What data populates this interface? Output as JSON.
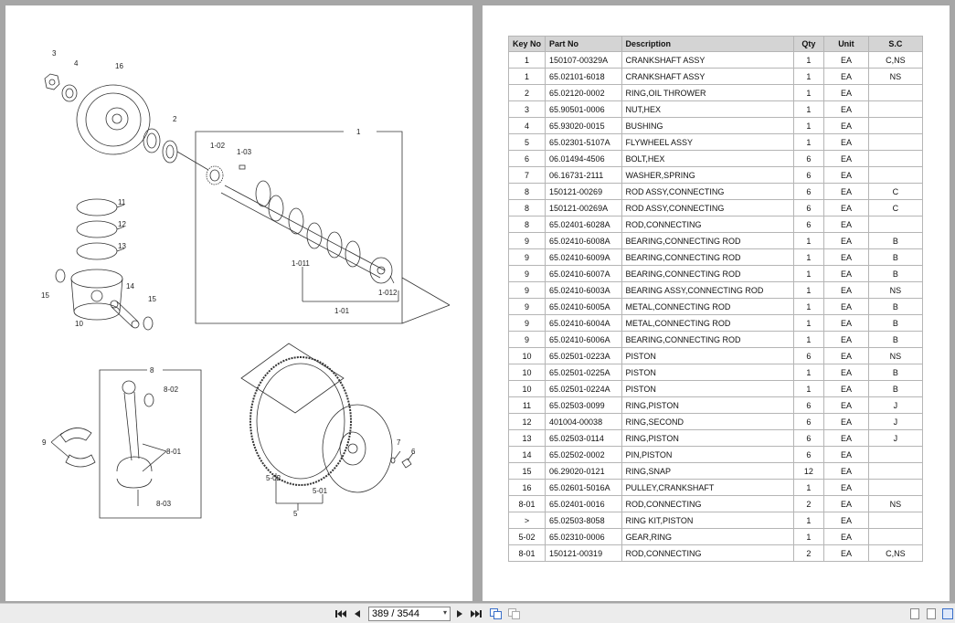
{
  "diagram": {
    "callouts": [
      "3",
      "4",
      "16",
      "2",
      "1",
      "1-02",
      "1-03",
      "11",
      "12",
      "13",
      "15",
      "14",
      "15",
      "10",
      "1-011",
      "1-012",
      "1-01",
      "8",
      "8-02",
      "9",
      "8-01",
      "8-03",
      "7",
      "6",
      "5-02",
      "5-01",
      "5"
    ]
  },
  "table": {
    "headers": [
      "Key No",
      "Part No",
      "Description",
      "Qty",
      "Unit",
      "S.C"
    ],
    "rows": [
      [
        "1",
        "150107-00329A",
        "CRANKSHAFT ASSY",
        "1",
        "EA",
        "C,NS"
      ],
      [
        "1",
        "65.02101-6018",
        "CRANKSHAFT ASSY",
        "1",
        "EA",
        "NS"
      ],
      [
        "2",
        "65.02120-0002",
        "RING,OIL THROWER",
        "1",
        "EA",
        ""
      ],
      [
        "3",
        "65.90501-0006",
        "NUT,HEX",
        "1",
        "EA",
        ""
      ],
      [
        "4",
        "65.93020-0015",
        "BUSHING",
        "1",
        "EA",
        ""
      ],
      [
        "5",
        "65.02301-5107A",
        "FLYWHEEL ASSY",
        "1",
        "EA",
        ""
      ],
      [
        "6",
        "06.01494-4506",
        "BOLT,HEX",
        "6",
        "EA",
        ""
      ],
      [
        "7",
        "06.16731-2111",
        "WASHER,SPRING",
        "6",
        "EA",
        ""
      ],
      [
        "8",
        "150121-00269",
        "ROD ASSY,CONNECTING",
        "6",
        "EA",
        "C"
      ],
      [
        "8",
        "150121-00269A",
        "ROD ASSY,CONNECTING",
        "6",
        "EA",
        "C"
      ],
      [
        "8",
        "65.02401-6028A",
        "ROD,CONNECTING",
        "6",
        "EA",
        ""
      ],
      [
        "9",
        "65.02410-6008A",
        "BEARING,CONNECTING ROD",
        "1",
        "EA",
        "B"
      ],
      [
        "9",
        "65.02410-6009A",
        "BEARING,CONNECTING ROD",
        "1",
        "EA",
        "B"
      ],
      [
        "9",
        "65.02410-6007A",
        "BEARING,CONNECTING ROD",
        "1",
        "EA",
        "B"
      ],
      [
        "9",
        "65.02410-6003A",
        "BEARING ASSY,CONNECTING ROD",
        "1",
        "EA",
        "NS"
      ],
      [
        "9",
        "65.02410-6005A",
        "METAL,CONNECTING ROD",
        "1",
        "EA",
        "B"
      ],
      [
        "9",
        "65.02410-6004A",
        "METAL,CONNECTING ROD",
        "1",
        "EA",
        "B"
      ],
      [
        "9",
        "65.02410-6006A",
        "BEARING,CONNECTING ROD",
        "1",
        "EA",
        "B"
      ],
      [
        "10",
        "65.02501-0223A",
        "PISTON",
        "6",
        "EA",
        "NS"
      ],
      [
        "10",
        "65.02501-0225A",
        "PISTON",
        "1",
        "EA",
        "B"
      ],
      [
        "10",
        "65.02501-0224A",
        "PISTON",
        "1",
        "EA",
        "B"
      ],
      [
        "11",
        "65.02503-0099",
        "RING,PISTON",
        "6",
        "EA",
        "J"
      ],
      [
        "12",
        "401004-00038",
        "RING,SECOND",
        "6",
        "EA",
        "J"
      ],
      [
        "13",
        "65.02503-0114",
        "RING,PISTON",
        "6",
        "EA",
        "J"
      ],
      [
        "14",
        "65.02502-0002",
        "PIN,PISTON",
        "6",
        "EA",
        ""
      ],
      [
        "15",
        "06.29020-0121",
        "RING,SNAP",
        "12",
        "EA",
        ""
      ],
      [
        "16",
        "65.02601-5016A",
        "PULLEY,CRANKSHAFT",
        "1",
        "EA",
        ""
      ],
      [
        "8-01",
        "65.02401-0016",
        "ROD,CONNECTING",
        "2",
        "EA",
        "NS"
      ],
      [
        ">",
        "65.02503-8058",
        "RING KIT,PISTON",
        "1",
        "EA",
        ""
      ],
      [
        "5-02",
        "65.02310-0006",
        "GEAR,RING",
        "1",
        "EA",
        ""
      ],
      [
        "8-01",
        "150121-00319",
        "ROD,CONNECTING",
        "2",
        "EA",
        "C,NS"
      ]
    ]
  },
  "toolbar": {
    "page_value": "389 / 3544",
    "icons": {
      "first": "skip-first-icon",
      "prev": "prev-page-icon",
      "next": "next-page-icon",
      "last": "skip-last-icon",
      "view_single": "single-page-view-icon",
      "view_continuous": "continuous-view-icon",
      "view_facing": "facing-pages-view-icon"
    }
  }
}
